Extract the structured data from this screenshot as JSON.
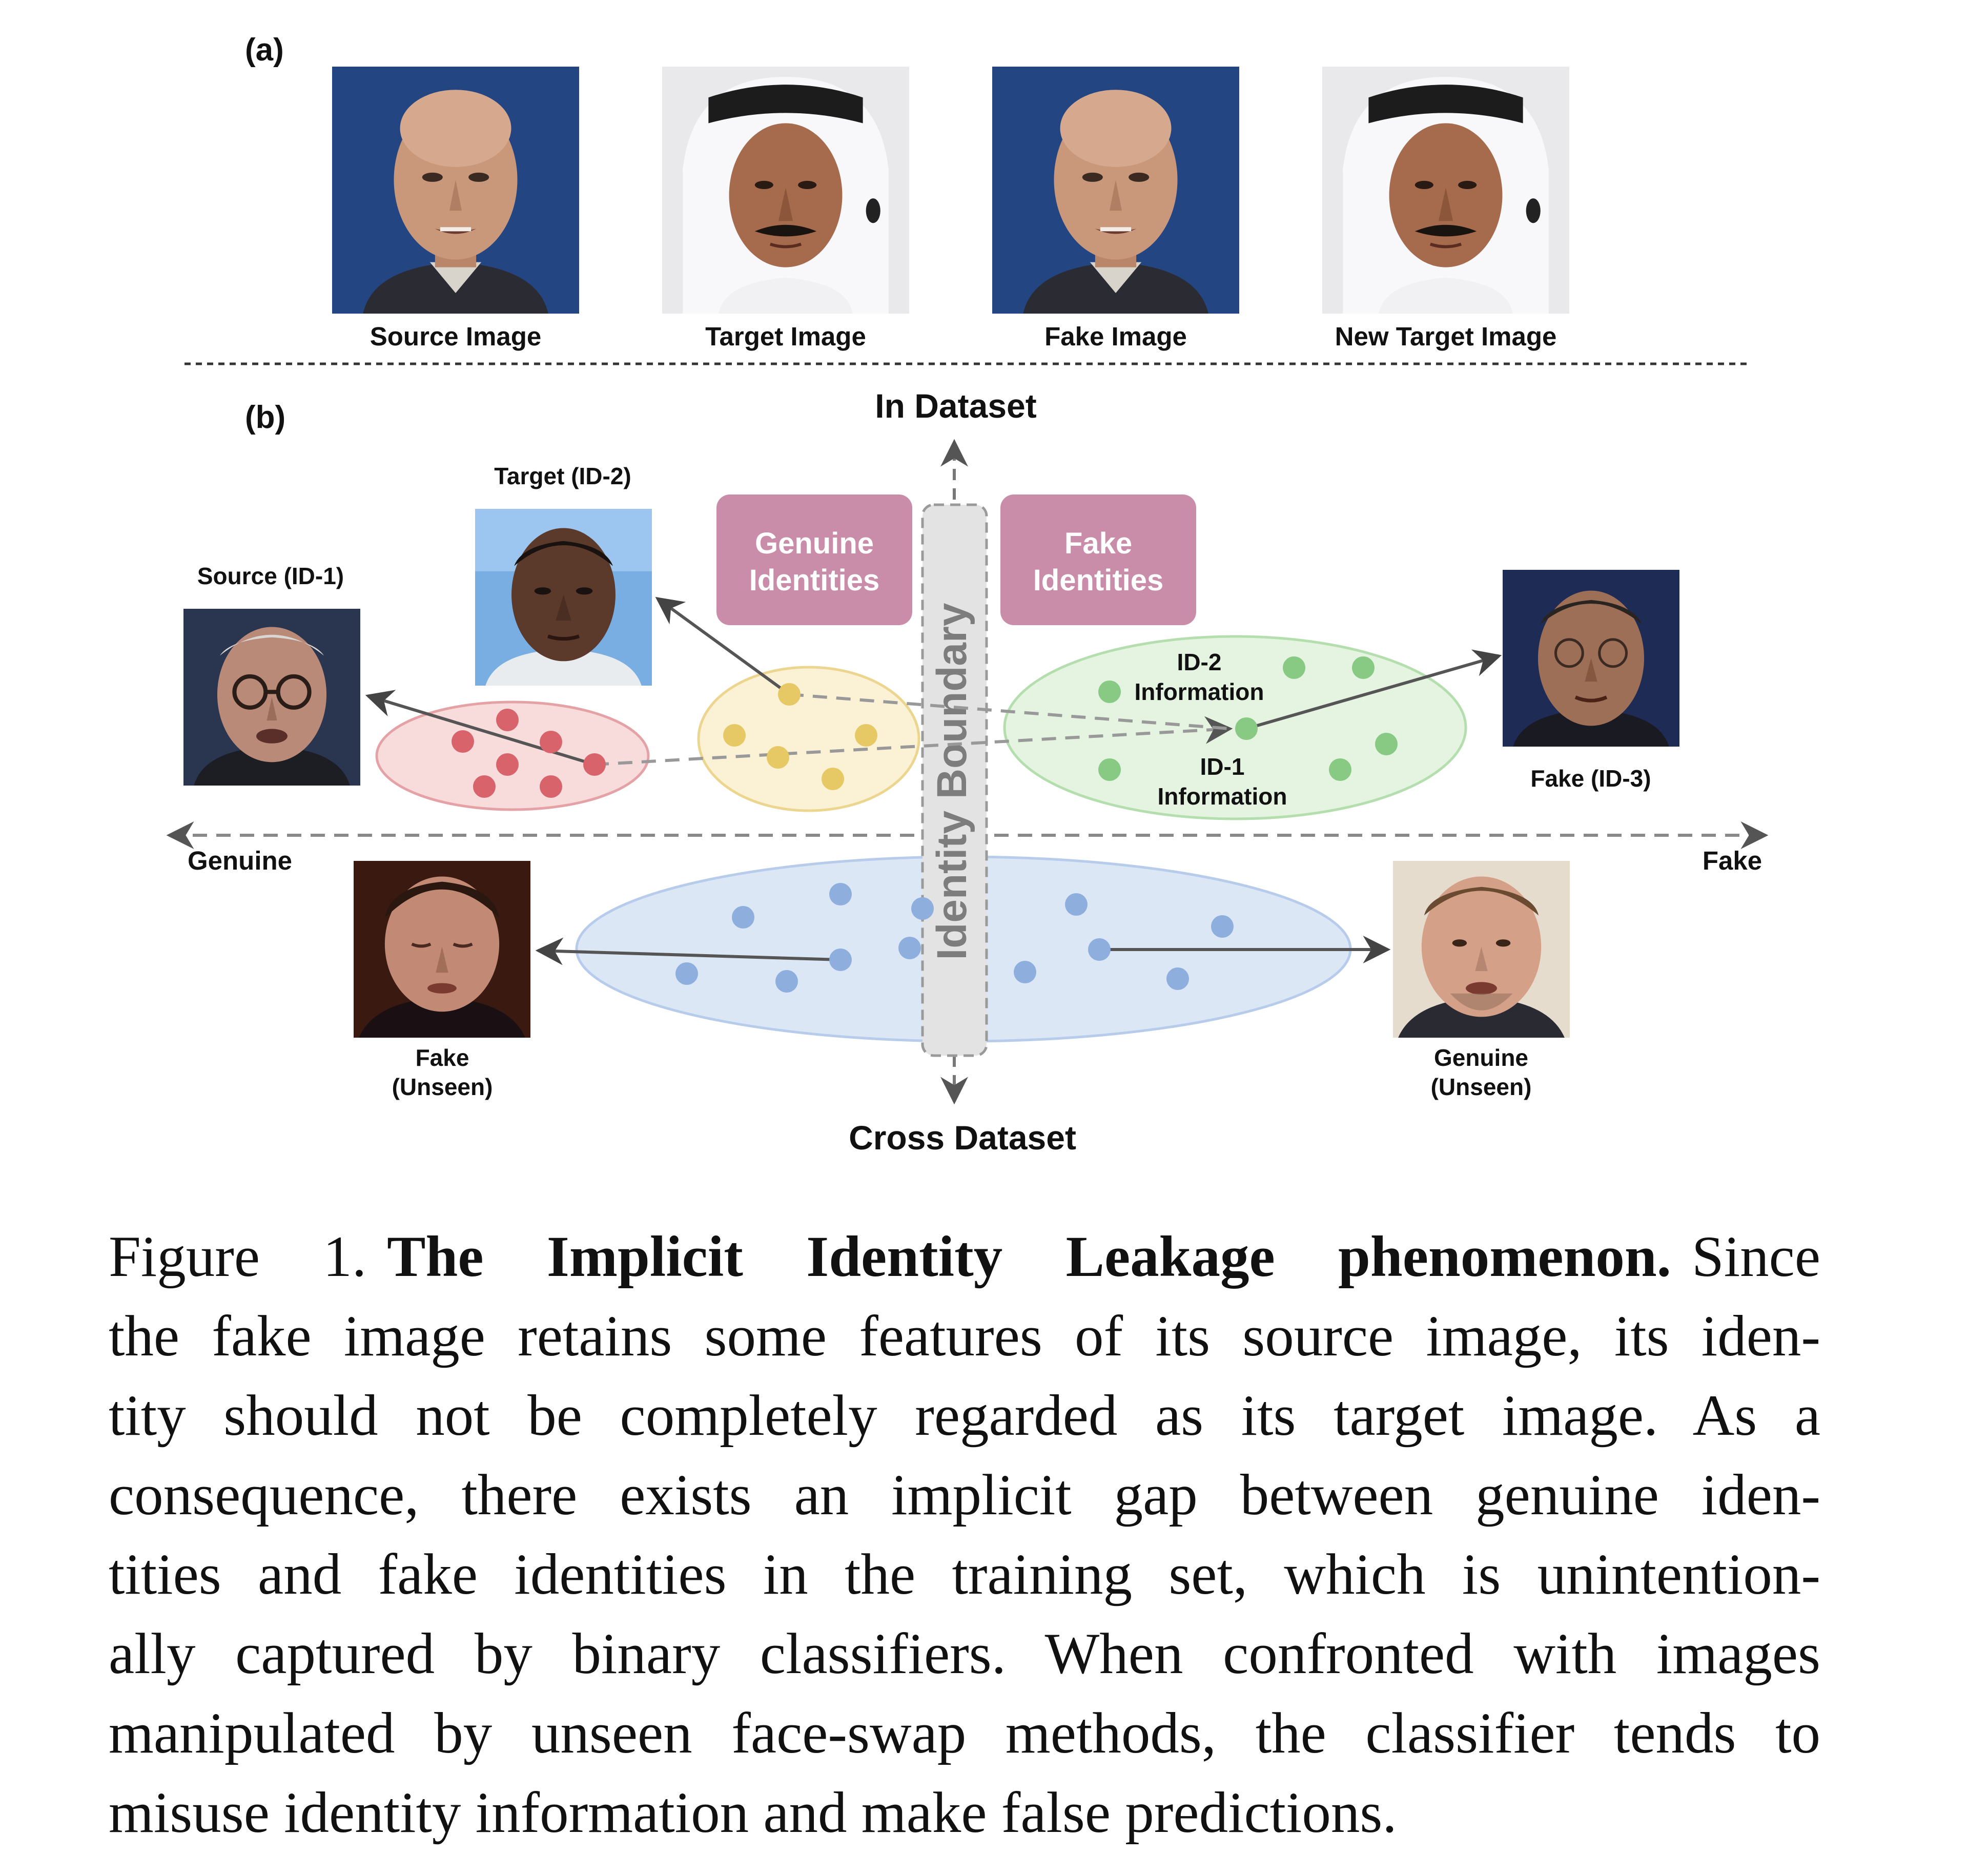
{
  "panel_a": {
    "label": "(a)",
    "images": [
      {
        "caption": "Source Image",
        "kind": "bald-man-dark-bg"
      },
      {
        "caption": "Target Image",
        "kind": "man-white-headdress"
      },
      {
        "caption": "Fake Image",
        "kind": "bald-man-dark-bg"
      },
      {
        "caption": "New Target Image",
        "kind": "man-white-headdress"
      }
    ]
  },
  "panel_b": {
    "label": "(b)",
    "axis_top": "In Dataset",
    "axis_bottom": "Cross Dataset",
    "axis_left": "Genuine",
    "axis_right": "Fake",
    "boundary_label": "Identity Boundary",
    "box_genuine": [
      "Genuine",
      "Identities"
    ],
    "box_fake": [
      "Fake",
      "Identities"
    ],
    "photo_source": "Source (ID-1)",
    "photo_target": "Target (ID-2)",
    "photo_fake_id3": "Fake (ID-3)",
    "photo_fake_unseen": [
      "Fake",
      "(Unseen)"
    ],
    "photo_genuine_unseen": [
      "Genuine",
      "(Unseen)"
    ],
    "id2_info": [
      "ID-2",
      "Information"
    ],
    "id1_info": [
      "ID-1",
      "Information"
    ],
    "colors": {
      "red_cluster": "#d9636b",
      "yellow_cluster": "#e0c46a",
      "green_cluster": "#8cca86",
      "blue_cluster": "#8eaede",
      "identity_box": "#c98da9"
    }
  },
  "caption": {
    "label": "Figure 1.",
    "title": "The Implicit Identity Leakage phenomenon.",
    "lines": [
      "Since",
      "the fake image retains some features of its source image, its iden-",
      "tity should not be completely regarded as its target image.  As a",
      "consequence, there exists an implicit gap between genuine iden-",
      "tities and fake identities in the training set, which is unintention-",
      "ally captured by binary classifiers.  When confronted with images",
      "manipulated by unseen face-swap methods, the classifier tends to",
      "misuse identity information and make false predictions."
    ]
  }
}
